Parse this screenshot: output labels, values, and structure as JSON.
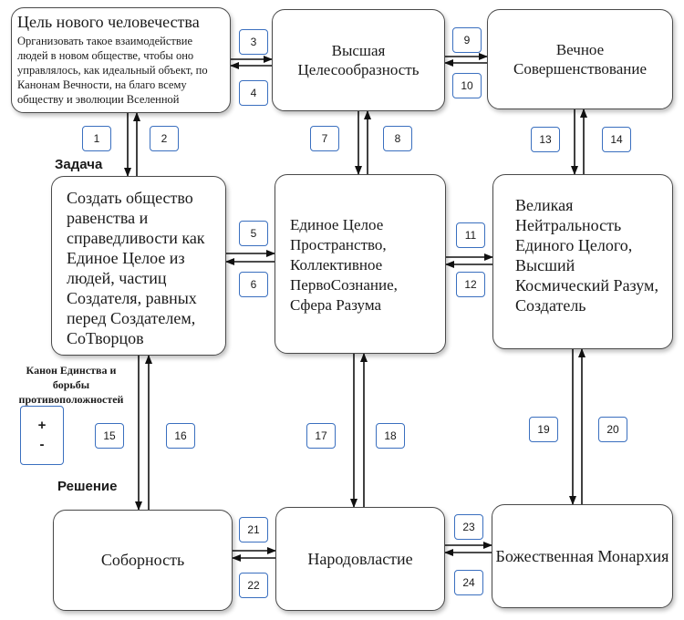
{
  "boxes": {
    "goal_title": "Цель нового человечества",
    "goal_body": "Организовать такое взаимодействие людей в новом обществе, чтобы оно управлялось, как идеальный объект, по Канонам Вечности, на благо всему обществу и эволюции Вселенной",
    "higher": "Высшая Целесообразность",
    "eternal": "Вечное Совершенствование",
    "create": "Создать общество равенства и справедливости как Единое Целое из людей, частиц Создателя, равных перед Создателем, СоТворцов",
    "whole": "Единое Целое Пространство, Коллективное ПервоСознание, Сфера Разума",
    "neutral": "Великая Нейтральность Единого Целого, Высший Космический Разум, Создатель",
    "sobornost": "Соборность",
    "democracy": "Народовластие",
    "monarchy": "Божественная Монархия"
  },
  "labels": {
    "task": "Задача",
    "solution": "Решение",
    "canon": "Канон Единства и борьбы противоположностей",
    "plus": "+",
    "minus": "-"
  },
  "numbers": [
    "1",
    "2",
    "3",
    "4",
    "5",
    "6",
    "7",
    "8",
    "9",
    "10",
    "11",
    "12",
    "13",
    "14",
    "15",
    "16",
    "17",
    "18",
    "19",
    "20",
    "21",
    "22",
    "23",
    "24"
  ]
}
